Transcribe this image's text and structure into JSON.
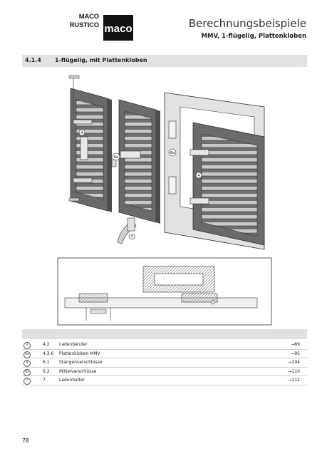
{
  "header": {
    "brand_line1": "MACO",
    "brand_line2": "RUSTICO",
    "brand_mark": "maco",
    "title": "Berechnungsbeispiele",
    "subtitle": "MMV, 1-flügelig, Plattenkloben"
  },
  "section": {
    "number": "4.1.4",
    "title": "1-flügelig, mit Plattenkloben"
  },
  "figure": {
    "callouts": [
      "4",
      "6a",
      "7",
      "6a",
      "4"
    ],
    "icon": "technical-drawing"
  },
  "legend": [
    {
      "marker": "4",
      "section": "4.2",
      "label": "Ladenbänder",
      "page": "→89"
    },
    {
      "marker": "6a",
      "section": "4.3.6",
      "label": "Plattenkloben MMV",
      "page": "→95"
    },
    {
      "marker": "6",
      "section": "6.1",
      "label": "Stangenverschlüsse",
      "page": "→104"
    },
    {
      "marker": "6a",
      "section": "6.2",
      "label": "Mittelverschlüsse",
      "page": "→110"
    },
    {
      "marker": "7",
      "section": "7",
      "label": "Ladenhalter",
      "page": "→112"
    }
  ],
  "footer": {
    "page_number": "78"
  },
  "colors": {
    "bar": "#e1e1e1",
    "shutter": "#6f6f6f",
    "frame": "#e2e2e2"
  }
}
